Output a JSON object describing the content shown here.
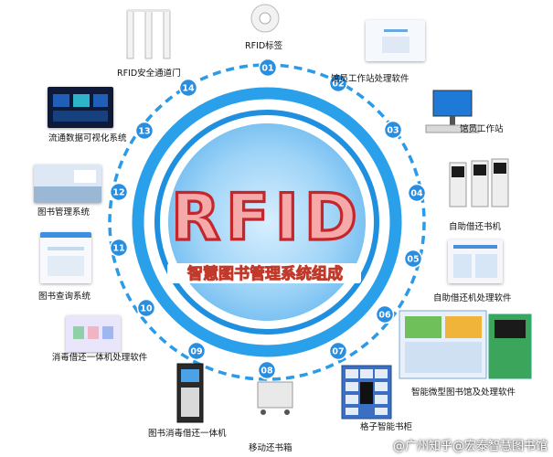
{
  "center": {
    "title": "RFID",
    "subtitle": "智慧图书管理系统组成"
  },
  "nodes": [
    {
      "num": "01",
      "label": "RFID标签"
    },
    {
      "num": "02",
      "label": "馆员工作站处理软件"
    },
    {
      "num": "03",
      "label": "馆员工作站"
    },
    {
      "num": "04",
      "label": "自助借还书机"
    },
    {
      "num": "05",
      "label": "自助借还机处理软件"
    },
    {
      "num": "06",
      "label": "智能微型图书馆及处理软件"
    },
    {
      "num": "07",
      "label": "格子智能书柜"
    },
    {
      "num": "08",
      "label": "移动还书箱"
    },
    {
      "num": "09",
      "label": "图书消毒借还一体机"
    },
    {
      "num": "10",
      "label": "消毒借还一体机处理软件"
    },
    {
      "num": "11",
      "label": "图书查询系统"
    },
    {
      "num": "12",
      "label": "图书管理系统"
    },
    {
      "num": "13",
      "label": "流通数据可视化系统"
    },
    {
      "num": "14",
      "label": "RFID安全通道门"
    }
  ],
  "watermark": "@广州知乎@宏泰智慧图书馆",
  "colors": {
    "accent": "#1e9be0",
    "title_fill": "#f4a6a6",
    "title_stroke": "#c0392b",
    "badge": "#2a8ee0"
  }
}
